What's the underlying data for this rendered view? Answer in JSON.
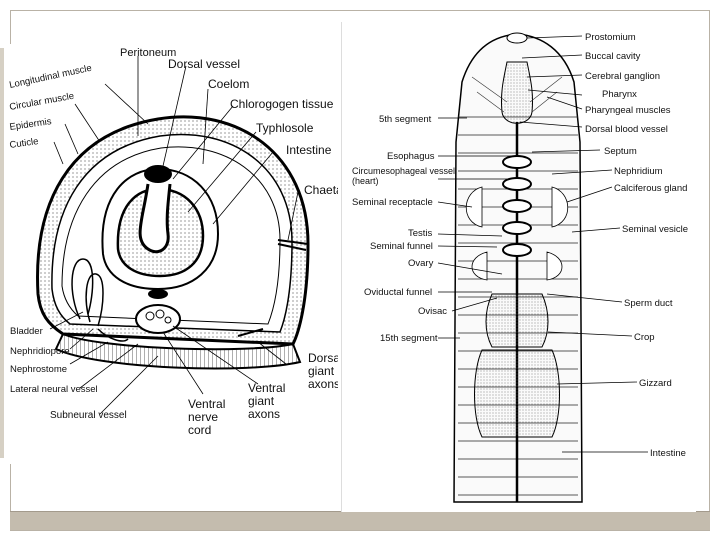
{
  "cross_section": {
    "labels": {
      "peritoneum": "Peritoneum",
      "longitudinal_muscle": "Longitudinal muscle",
      "circular_muscle": "Circular muscle",
      "epidermis": "Epidermis",
      "cuticle": "Cuticle",
      "dorsal_vessel": "Dorsal vessel",
      "coelom": "Coelom",
      "chlorogogen_tissue": "Chlorogogen tissue",
      "typhlosole": "Typhlosole",
      "intestine": "Intestine",
      "chaeta": "Chaeta",
      "bladder": "Bladder",
      "nephridiopore": "Nephridiopore",
      "nephrostome": "Nephrostome",
      "lateral_neural_vessel": "Lateral neural vessel",
      "subneural_vessel": "Subneural vessel",
      "ventral_nerve_cord": "Ventral nerve cord",
      "ventral_giant_axons": "Ventral giant axons",
      "dorsal_giant_axons": "Dorsal giant axons"
    }
  },
  "longitudinal_section": {
    "labels": {
      "prostomium": "Prostomium",
      "buccal_cavity": "Buccal cavity",
      "cerebral_ganglion": "Cerebral ganglion",
      "pharynx": "Pharynx",
      "pharyngeal_muscles": "Pharyngeal muscles",
      "dorsal_blood_vessel": "Dorsal blood vessel",
      "segment_5": "5th segment",
      "septum": "Septum",
      "esophagus": "Esophagus",
      "circumesophageal_vessel": "Circumesophageal vessel (heart)",
      "nephridium": "Nephridium",
      "calciferous_gland": "Calciferous gland",
      "seminal_receptacle": "Seminal receptacle",
      "seminal_vesicle": "Seminal vesicle",
      "testis": "Testis",
      "seminal_funnel": "Seminal funnel",
      "ovary": "Ovary",
      "oviductal_funnel": "Oviductal funnel",
      "sperm_duct": "Sperm duct",
      "ovisac": "Ovisac",
      "segment_15": "15th segment",
      "crop": "Crop",
      "gizzard": "Gizzard",
      "intestine": "Intestine"
    }
  }
}
